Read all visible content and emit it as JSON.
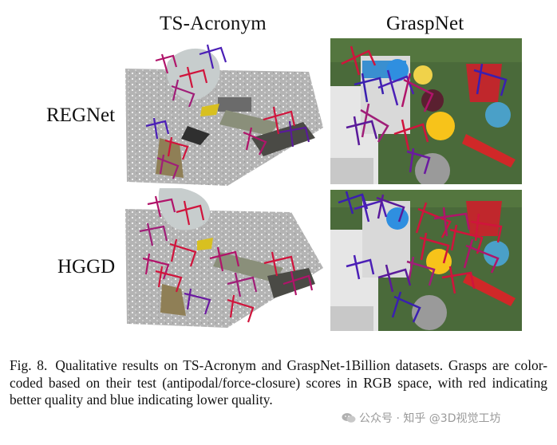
{
  "columns": [
    "TS-Acronym",
    "GraspNet"
  ],
  "rows": [
    "REGNet",
    "HGGD"
  ],
  "caption": {
    "figure_label": "Fig. 8.",
    "text": "Qualitative results on TS-Acronym and GraspNet-1Billion datasets. Grasps are color-coded based on their test (antipodal/force-closure) scores in RGB space, with red indicating better quality and blue indicating lower quality."
  },
  "watermark": "公众号 · 知乎 @3D视觉工坊",
  "colors": {
    "high_quality": "#d0143c",
    "mid_quality": "#a01e78",
    "low_quality": "#3a1fb0",
    "point_cloud": "#a6a6a6",
    "table_bg": "#e8e8e8"
  }
}
